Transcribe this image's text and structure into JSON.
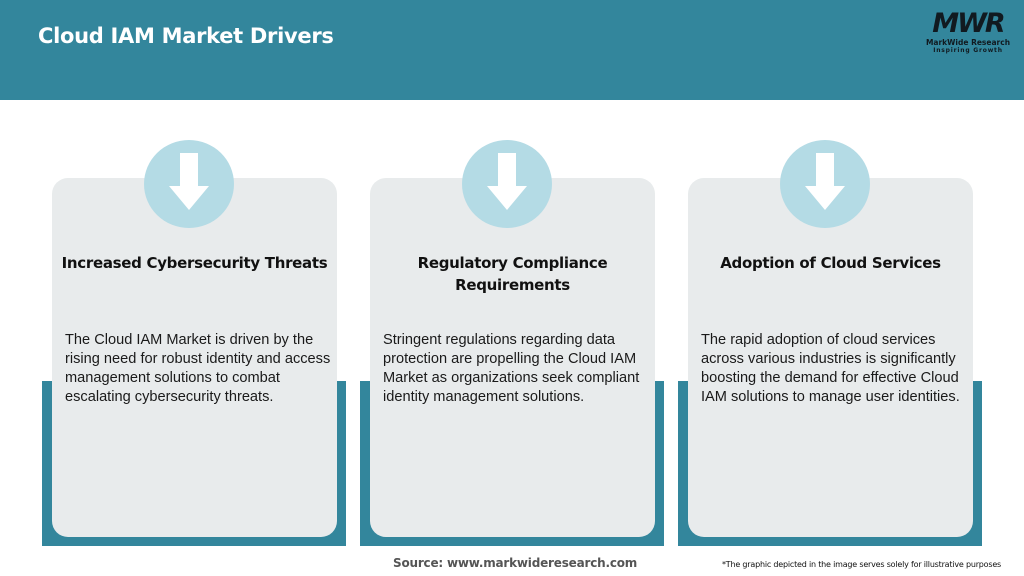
{
  "header": {
    "title": "Cloud IAM Market Drivers",
    "background_color": "#33869c"
  },
  "logo": {
    "mark": "MWR",
    "name": "MarkWide Research",
    "tagline": "Inspiring Growth"
  },
  "drivers": [
    {
      "icon": "arrow-down-icon",
      "title": "Increased Cybersecurity Threats",
      "description": "The Cloud IAM Market is driven by the rising need for robust identity and access management solutions to combat escalating cybersecurity threats."
    },
    {
      "icon": "arrow-down-icon",
      "title": "Regulatory Compliance Requirements",
      "description": "Stringent regulations regarding data protection are propelling the Cloud IAM Market as organizations seek compliant identity management solutions."
    },
    {
      "icon": "arrow-down-icon",
      "title": "Adoption of Cloud Services",
      "description": "The rapid adoption of cloud services across various industries is significantly boosting the demand for effective Cloud IAM solutions to manage user identities."
    }
  ],
  "colors": {
    "accent_teal": "#33869c",
    "card_bg": "#e8ebec",
    "icon_circle": "#b4dbe5"
  },
  "footer": {
    "source": "Source: www.markwideresearch.com",
    "disclaimer": "*The graphic depicted in the image serves solely for illustrative purposes"
  }
}
